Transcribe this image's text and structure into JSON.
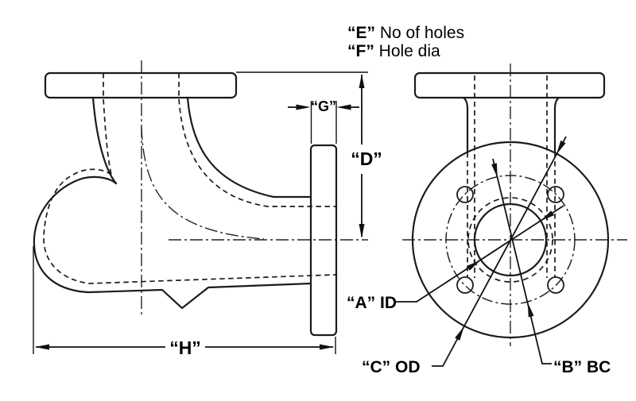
{
  "title": "flanged-elbow-dimension-diagram",
  "notes": {
    "e_letter": "“E”",
    "e_text": " No of holes",
    "f_letter": "“F”",
    "f_text": " Hole dia"
  },
  "dimensions": {
    "g": "“G”",
    "d": "“D”",
    "h": "“H”"
  },
  "callouts": {
    "a": "“A” ID",
    "b": "“B” BC",
    "c": "“C” OD"
  },
  "colors": {
    "line": "#1b1b1b",
    "text": "#000000",
    "background": "#ffffff"
  }
}
